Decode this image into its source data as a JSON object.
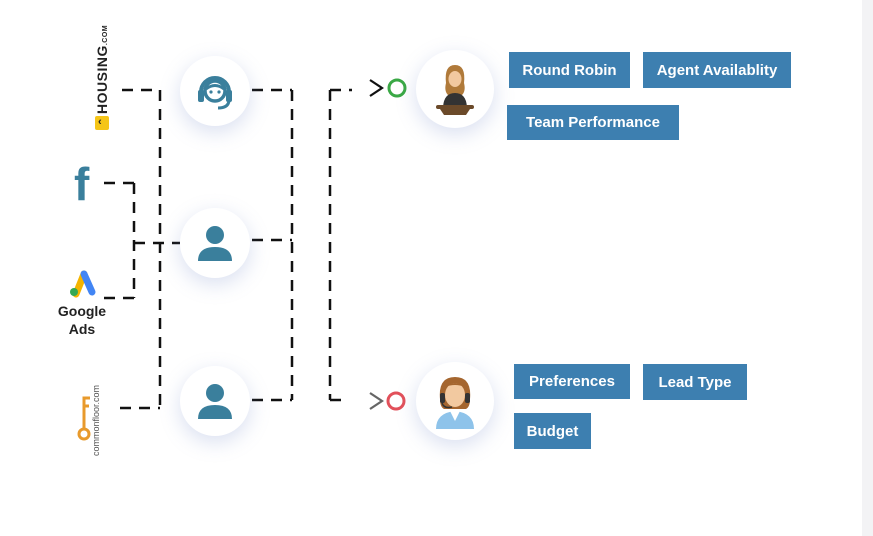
{
  "sources": {
    "housing": {
      "name": "HOUSING",
      "suffix": ".COM"
    },
    "facebook": {
      "letter": "f"
    },
    "google_ads": {
      "line1": "Google",
      "line2": "Ads"
    },
    "commonfloor": {
      "text": "commonfloor.com"
    }
  },
  "icons": {
    "node1": "headset-agent-icon",
    "node2": "user-icon",
    "node3": "user-icon",
    "target_top": "receptionist-icon",
    "target_bottom": "support-agent-icon"
  },
  "tags_top": [
    "Round Robin",
    "Agent Availablity",
    "Team Performance"
  ],
  "tags_bottom": [
    "Preferences",
    "Lead Type",
    "Budget"
  ],
  "colors": {
    "tag_bg": "#3d7fb0",
    "icon_teal": "#3a7f9c",
    "green_ring": "#3aa845",
    "red_ring": "#e2505a",
    "housing_yellow": "#f5c518",
    "facebook_teal": "#3a7f9c",
    "commonfloor_orange": "#e89a2c"
  }
}
